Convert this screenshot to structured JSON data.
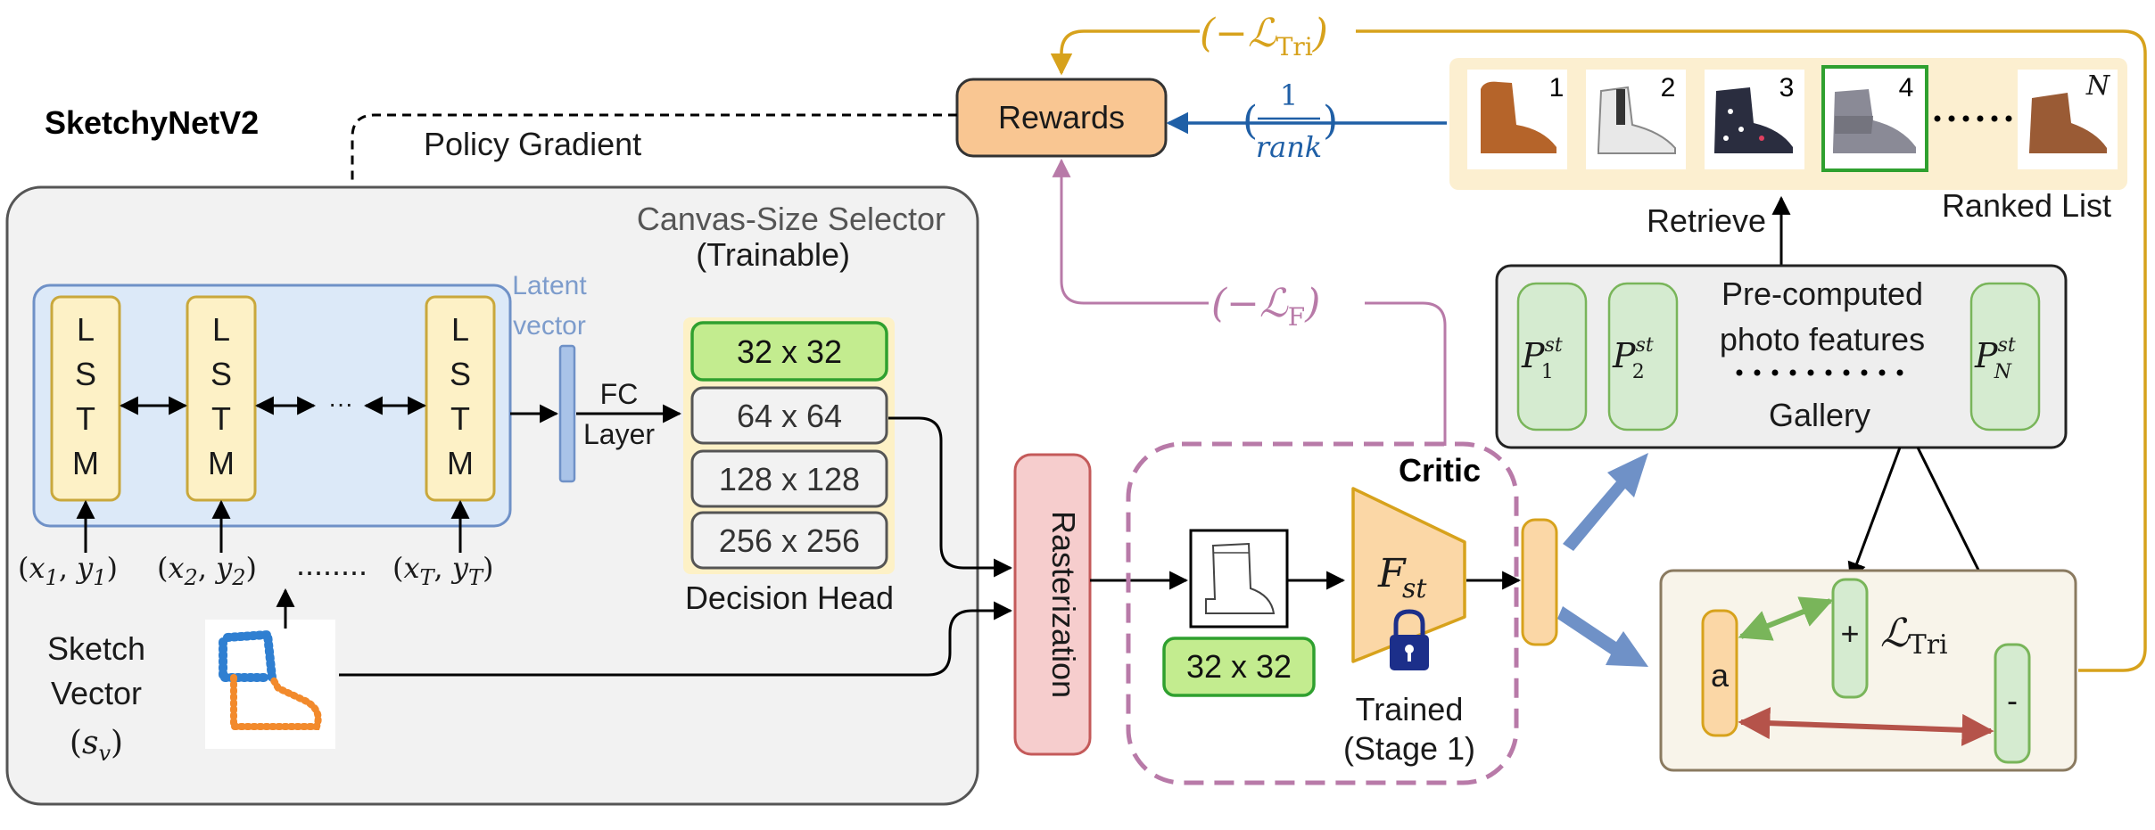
{
  "title": "SketchyNetV2",
  "labels": {
    "policy_gradient": "Policy Gradient",
    "canvas_size_selector": "Canvas-Size Selector",
    "trainable": "(Trainable)",
    "latent_vector_line1": "Latent",
    "latent_vector_line2": "vector",
    "fc_line1": "FC",
    "fc_line2": "Layer",
    "decision_head": "Decision Head",
    "rasterization": "Rasterization",
    "critic": "Critic",
    "trained_line1": "Trained",
    "trained_line2": "(Stage 1)",
    "rewards": "Rewards",
    "retrieve": "Retrieve",
    "ranked_list": "Ranked List",
    "precomputed_line1": "Pre-computed",
    "precomputed_line2": "photo features",
    "gallery": "Gallery",
    "sketch_line1": "Sketch",
    "sketch_line2": "Vector",
    "sketch_symbol": "(s",
    "sketch_symbol_sub": "v",
    "sketch_symbol_close": ")",
    "dots_inputs": "........",
    "dots_lstm": "···",
    "anchor": "a",
    "positive": "+",
    "negative": "-",
    "raster_size": "32 x 32"
  },
  "lstm": {
    "letters": [
      "L",
      "S",
      "T",
      "M"
    ]
  },
  "inputs": [
    {
      "x": "x",
      "y": "y",
      "sub": "1"
    },
    {
      "x": "x",
      "y": "y",
      "sub": "2"
    },
    {
      "x": "x",
      "y": "y",
      "sub": "T"
    }
  ],
  "canvas_options": [
    "32 x 32",
    "64 x 64",
    "128 x 128",
    "256 x 256"
  ],
  "selected_canvas": "32 x 32",
  "gallery_features": [
    {
      "base": "P",
      "sub": "1",
      "sup": "st"
    },
    {
      "base": "P",
      "sub": "2",
      "sup": "st"
    },
    {
      "base": "P",
      "sub": "N",
      "sup": "st"
    }
  ],
  "ranked_items": [
    "1",
    "2",
    "3",
    "4",
    "N"
  ],
  "highlighted_item": "4",
  "loss_tri": {
    "symbol": "ℒ",
    "sub": "Tri"
  },
  "neg_loss_tri": {
    "prefix": "(−",
    "symbol": "ℒ",
    "sub": "Tri",
    "suffix": ")"
  },
  "neg_loss_f": {
    "prefix": "(−",
    "symbol": "ℒ",
    "sub": "F",
    "suffix": ")"
  },
  "rank_reward": {
    "numerator": "1",
    "denominator": "rank",
    "open": "(",
    "close": ")"
  },
  "critic_net": {
    "base": "F",
    "sub": "st"
  },
  "colors": {
    "reward_fill": "#f9c692",
    "trainable_bg": "#f2f2f2",
    "lstm_bg": "#dce9f8",
    "lstm_cell": "#fdf1c6",
    "green_fill": "#c3ec8f",
    "green_border": "#2fa02f",
    "raster_fill": "#f6cdcd",
    "raster_border": "#c45a5a",
    "critic_border": "#b87aa8",
    "critic_net_fill": "#fbd7a6",
    "gallery_bg": "#eeeeee",
    "feature_fill": "#d5ebd0",
    "ranked_bg": "#fcefd0",
    "triplet_bg": "#f8f4ea",
    "gold_line": "#d7a21c",
    "blue_line": "#1f5fa6",
    "mauve_line": "#b87aa8",
    "arrow_blue": "#6f91c7",
    "neg_arrow": "#b5534a",
    "pos_arrow": "#79b55a"
  }
}
